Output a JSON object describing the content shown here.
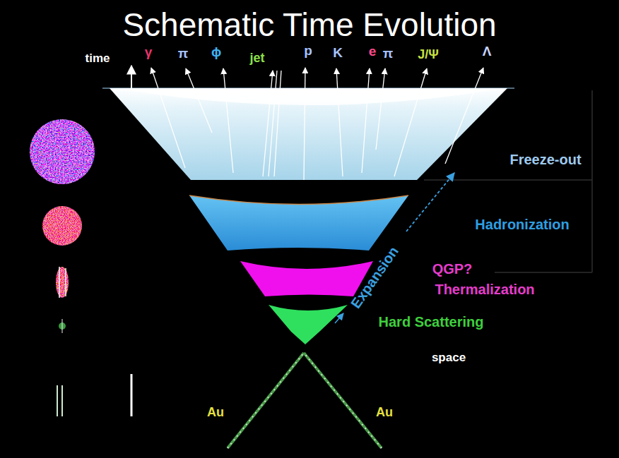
{
  "diagram": {
    "title": "Schematic Time Evolution",
    "labels": [
      "time",
      "γ",
      "π",
      "ϕ",
      "jet",
      "p",
      "K",
      "e",
      "π",
      "J/Ψ",
      "Λ",
      "Freeze-out",
      "Hadronization",
      "QGP?",
      "Thermalization",
      "Expansion",
      "Hard Scattering",
      "space",
      "Au",
      "Au"
    ]
  }
}
